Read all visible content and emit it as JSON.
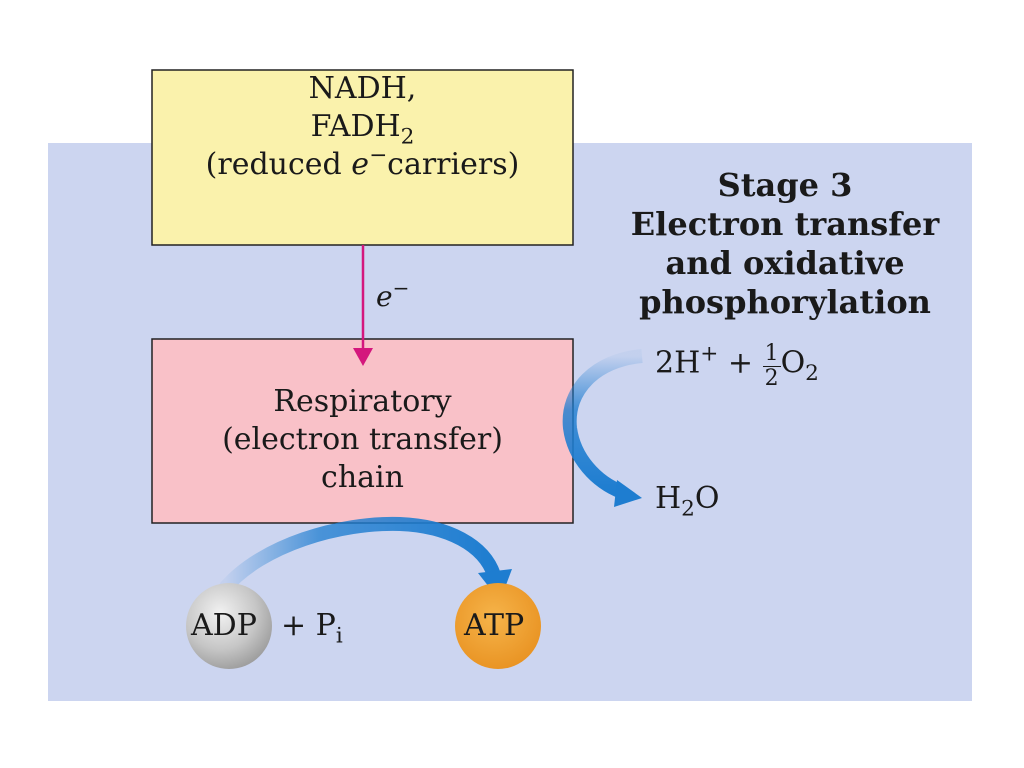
{
  "colors": {
    "panel_background": "#ccd5f0",
    "reduced_box_fill": "#faf2ac",
    "chain_box_fill": "#f9c1c8",
    "electron_arrow": "#d4177d",
    "blue_arrow": "#1e7dd0",
    "adp_circle": "#bdbdbd",
    "atp_circle": "#f0a030"
  },
  "reduced_carriers": {
    "line1": "NADH,",
    "fadh": "FADH",
    "fadh_sub": "2",
    "line3_open": "(reduced ",
    "e_symbol": "e",
    "e_sup": "−",
    "line3_close": "carriers)"
  },
  "electron_label": {
    "symbol": "e",
    "sup": "−"
  },
  "chain": {
    "line1": "Respiratory",
    "line2": "(electron transfer)",
    "line3": "chain"
  },
  "stage": {
    "line1": "Stage 3",
    "line2": "Electron transfer",
    "line3": "and oxidative",
    "line4": "phosphorylation"
  },
  "reactant": {
    "coef": "2H",
    "sup": "+",
    "plus": " + ",
    "frac_num": "1",
    "frac_den": "2",
    "o": "O",
    "o_sub": "2"
  },
  "product_water": {
    "h": "H",
    "sub": "2",
    "o": "O"
  },
  "adp": {
    "label": "ADP",
    "plus": "+ P",
    "pi_sub": "i"
  },
  "atp": {
    "label": "ATP"
  }
}
